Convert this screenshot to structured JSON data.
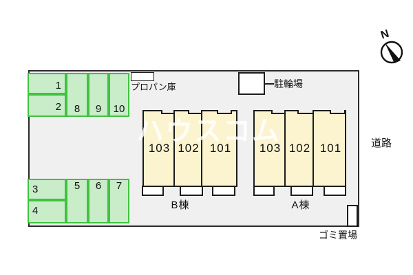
{
  "plan": {
    "compass_n": "N",
    "watermark": "ハウスコム",
    "labels": {
      "propane": "プロパン庫",
      "bicycle": "駐輪場",
      "road": "道路",
      "garbage": "ゴミ置場"
    },
    "parking": {
      "top_horizontal": [
        "1",
        "2"
      ],
      "top_vertical": [
        "8",
        "9",
        "10"
      ],
      "bottom_horizontal": [
        "3",
        "4"
      ],
      "bottom_vertical": [
        "5",
        "6",
        "7"
      ]
    },
    "buildings": {
      "b": {
        "name": "B棟",
        "units": [
          "103",
          "102",
          "101"
        ]
      },
      "a": {
        "name": "A棟",
        "units": [
          "103",
          "102",
          "101"
        ]
      }
    },
    "colors": {
      "site_fill": "#f0f0f0",
      "site_border": "#2b2b2b",
      "parking_fill": "#c9ecc9",
      "parking_border": "#3ec43e",
      "building_fill": "#fbf4cf",
      "outline": "#1c1c1c"
    }
  }
}
